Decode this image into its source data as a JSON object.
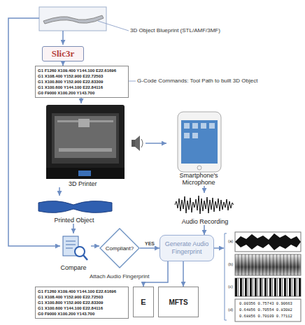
{
  "diagram": {
    "nodes": [
      {
        "text": [
          "Slic3r"
        ]
      },
      {
        "text": [
          "G1 F1260 X109.400 Y144.100 E22.61696",
          "G1 X108.400 Y152.900 E22.72503",
          "G1 X100.800 Y152.900 E22.83309",
          "G1 X100.600 Y144.100 E22.84116",
          "G0 F9000 X100.200 Y143.700"
        ]
      },
      {
        "text": [
          "3D Printer"
        ]
      },
      {
        "text": [
          "Smartphone's Microphone"
        ]
      },
      {
        "text": [
          "Audio Recording"
        ]
      },
      {
        "text": [
          "Printed Object"
        ]
      },
      {
        "text": [
          "Compare"
        ]
      },
      {
        "text": [
          "Compliant?"
        ]
      },
      {
        "text": [
          "Generate Audio Fingerprint"
        ]
      },
      {
        "text": [
          "G1 F1260 X109.400 Y144.100 E22.61696",
          "G1 X108.400 Y152.900 E22.72503",
          "G1 X100.800 Y152.900 E22.83309",
          "G1 X100.600 Y144.100 E22.84116",
          "G0 F9000 X100.200 Y143.700"
        ]
      },
      {
        "text": [
          "E"
        ]
      },
      {
        "text": [
          "MFTS"
        ]
      }
    ],
    "edges": [
      {
        "from": 0,
        "to": 1,
        "arrow": "to"
      },
      {
        "from": 1,
        "to": 2,
        "arrow": "to"
      },
      {
        "from": 2,
        "to": 3,
        "arrow": "to"
      },
      {
        "from": 3,
        "to": 4,
        "arrow": "to"
      },
      {
        "from": 2,
        "to": 5,
        "arrow": "to"
      },
      {
        "from": 5,
        "to": 6,
        "arrow": "to"
      },
      {
        "from": 6,
        "to": 7,
        "arrow": "to"
      },
      {
        "from": 7,
        "to": 8,
        "label": "YES",
        "arrow": "to"
      },
      {
        "from": 4,
        "to": 8,
        "arrow": "to"
      },
      {
        "from": 8,
        "to": 10,
        "arrow": "to"
      },
      {
        "from": 8,
        "to": 11,
        "arrow": "to"
      }
    ],
    "labels": [
      "3D Object Blueprint (STL/AMF/3MF)",
      "G-Code Commands: Tool Path to built 3D Object",
      "Attach Audio Fingerprint",
      "(a)",
      "(b)",
      "(c)",
      "(d)",
      "0.00356 0.75743 0.90663",
      "0.64856 0.70554 0.83082",
      "0.68856 0.70109 0.77112"
    ]
  }
}
